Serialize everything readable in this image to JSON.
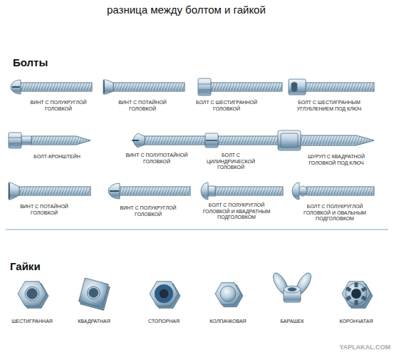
{
  "diagram": {
    "title": "разница между болтом и гайкой",
    "labels": [
      "Болты",
      "ВИНТ С ПОЛУКРУГЛОЙ ГОЛОВКОЙ",
      "ВИНТ С ПОТАЙНОЙ ГОЛОВКОЙ",
      "БОЛТ С ШЕСТИГРАННОЙ ГОЛОВКОЙ",
      "БОЛТ С ШЕСТИГРАННЫМ УГЛУБЛЕНИЕМ ПОД КЛЮЧ",
      "БОЛТ-КРОНШТЕЙН",
      "ВИНТ С ПОЛУПОТАЙНОЙ ГОЛОВКОЙ",
      "БОЛТ С ЦИЛИНДРИЧЕСКОЙ ГОЛОВКОЙ",
      "ШУРУП С КВАДРАТНОЙ ГОЛОВКОЙ ПОД КЛЮЧ",
      "ВИНТ С ПОТАЙНОЙ ГОЛОВКОЙ",
      "ВИНТ С ПОЛУКРУГЛОЙ ГОЛОВКОЙ",
      "БОЛТ С ПОЛУКРУГЛОЙ ГОЛОВКОЙ И КВАДРАТНЫМ ПОДГОЛОВКОМ",
      "БОЛТ С ПОЛУКРУГЛОЙ ГОЛОВКОЙ И ОВАЛЬНЫМ ПОДГОЛОВКОМ",
      "Гайки",
      "ШЕСТИГРАННАЯ",
      "КВАДРАТНАЯ",
      "СТОПОРНАЯ",
      "КОЛПАЧКОВАЯ",
      "БАРАШЕК",
      "КОРОНЧАТАЯ",
      "YAPLAKAL.COM"
    ]
  }
}
